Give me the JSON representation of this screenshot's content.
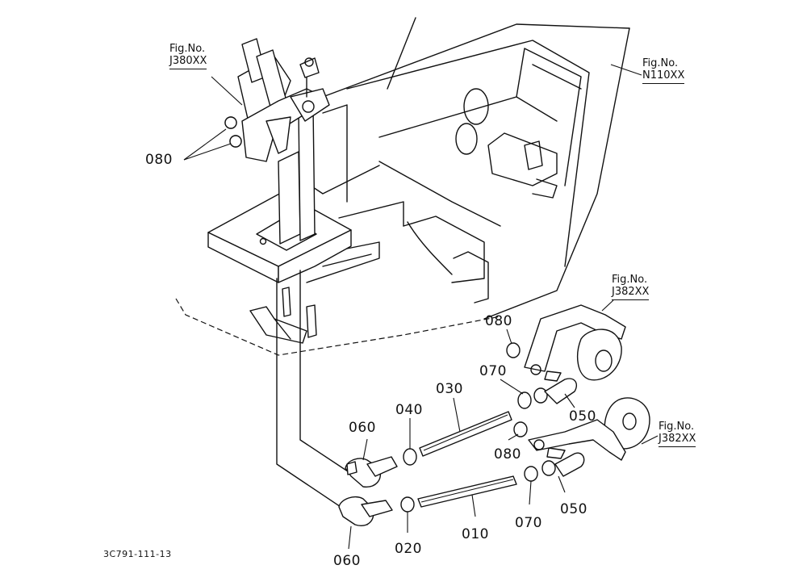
{
  "refs": [
    {
      "prefix": "Fig.No.",
      "code": "J380XX"
    },
    {
      "prefix": "Fig.No.",
      "code": "N110XX"
    },
    {
      "prefix": "Fig.No.",
      "code": "J382XX"
    },
    {
      "prefix": "Fig.No.",
      "code": "J382XX"
    }
  ],
  "parts": {
    "p080a": "080",
    "p080b": "080",
    "p080c": "080",
    "p070a": "070",
    "p070b": "070",
    "p030": "030",
    "p040": "040",
    "p050a": "050",
    "p050b": "050",
    "p060a": "060",
    "p060b": "060",
    "p010": "010",
    "p020": "020"
  },
  "footer": "3C791-111-13"
}
